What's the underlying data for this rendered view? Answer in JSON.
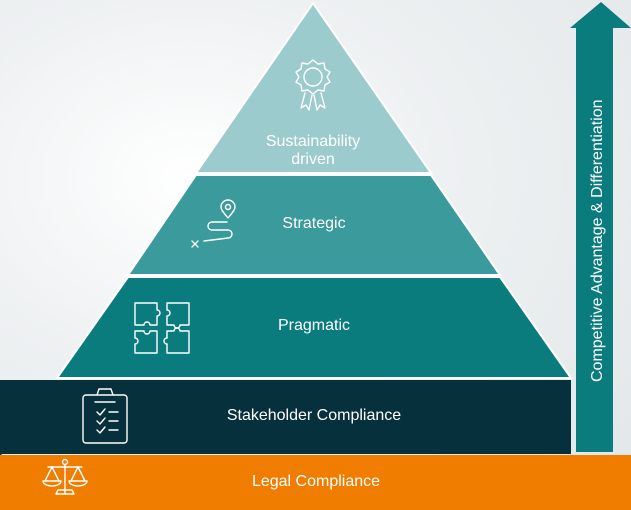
{
  "diagram": {
    "tiers": [
      {
        "id": "sustainability",
        "lines": [
          "Sustainability",
          "driven"
        ],
        "icon": "award-medal-icon",
        "color": "#9ccbcd"
      },
      {
        "id": "strategic",
        "lines": [
          "Strategic"
        ],
        "icon": "route-pin-icon",
        "color": "#3a9a9c"
      },
      {
        "id": "pragmatic",
        "lines": [
          "Pragmatic"
        ],
        "icon": "puzzle-icon",
        "color": "#0a7c7e"
      },
      {
        "id": "stakeholder",
        "lines": [
          "Stakeholder Compliance"
        ],
        "icon": "clipboard-checklist-icon",
        "color": "#07303d"
      },
      {
        "id": "legal",
        "lines": [
          "Legal Compliance"
        ],
        "icon": "scales-icon",
        "color": "#f07d00"
      }
    ],
    "arrow": {
      "label": "Competitive Advantage & Differentiation",
      "color": "#0a7c7e"
    }
  }
}
